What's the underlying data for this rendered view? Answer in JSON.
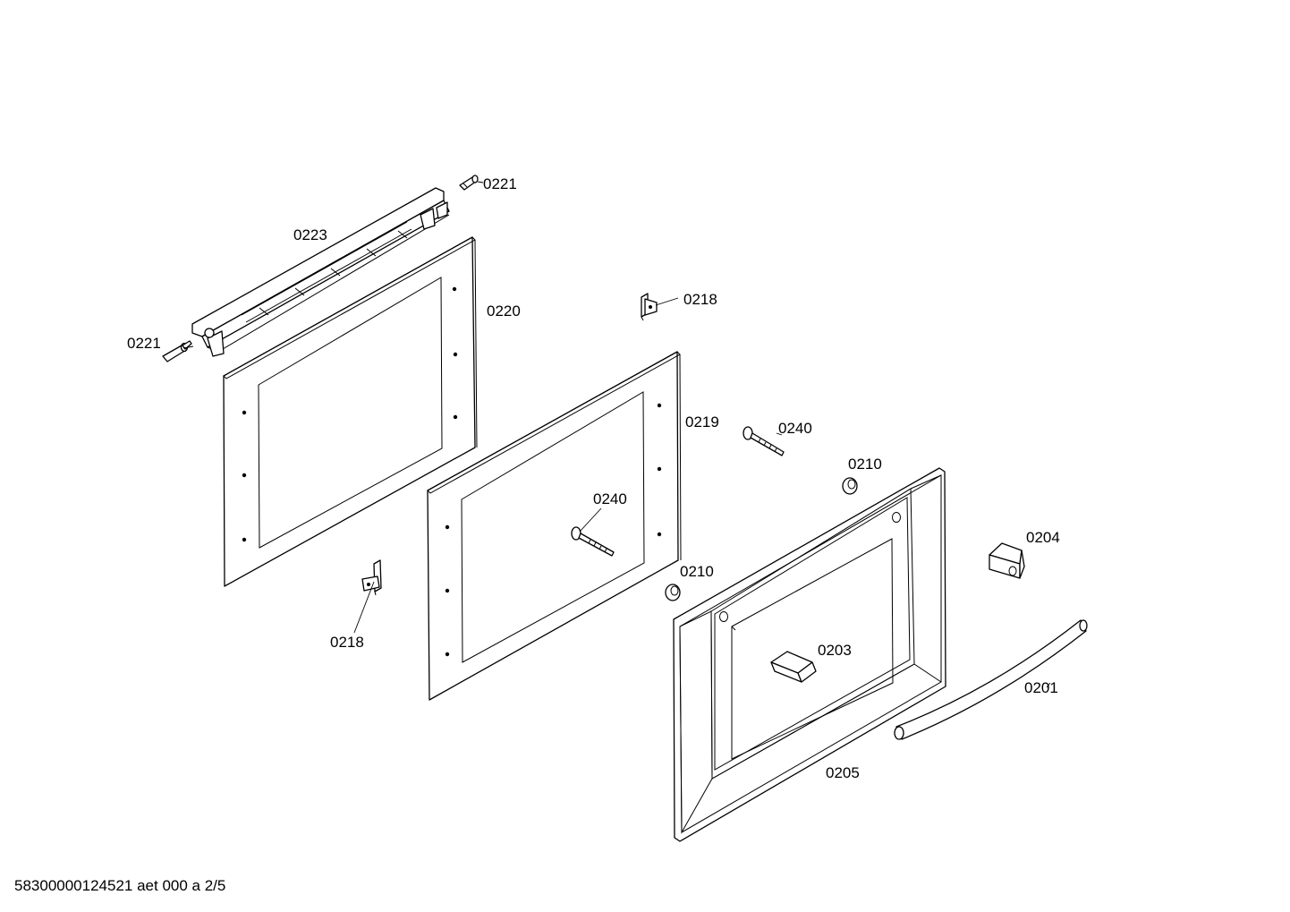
{
  "labels": {
    "p0221_top": "0221",
    "p0223": "0223",
    "p0220": "0220",
    "p0221_left": "0221",
    "p0218_top": "0218",
    "p0219": "0219",
    "p0240_right": "0240",
    "p0210_top": "0210",
    "p0240_mid": "0240",
    "p0204": "0204",
    "p0210_mid": "0210",
    "p0218_bottom": "0218",
    "p0203": "0203",
    "p0201": "0201",
    "p0205": "0205"
  },
  "footer": "58300000124521 aet 000 a 2/5"
}
